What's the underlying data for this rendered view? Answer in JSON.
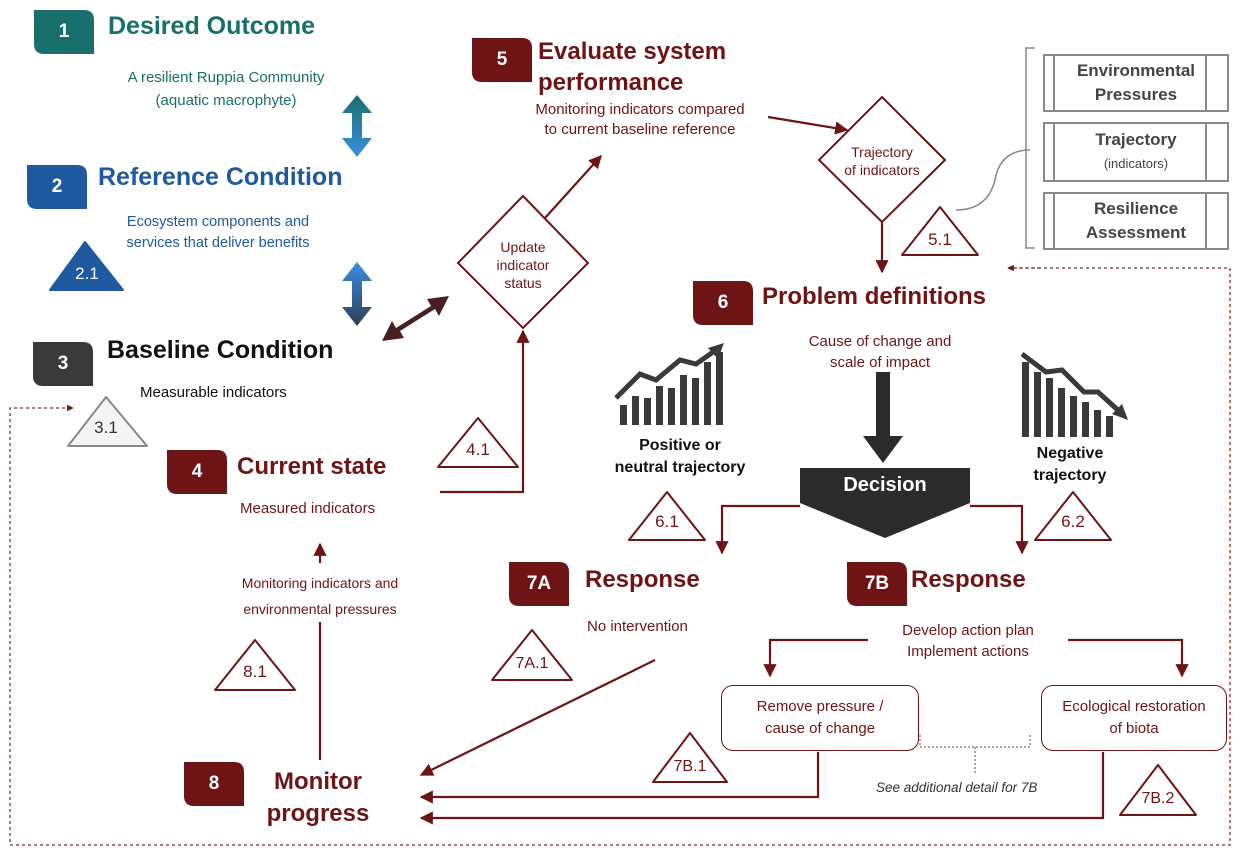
{
  "colors": {
    "teal": "#17706b",
    "blue": "#1f5aa0",
    "maroon": "#6e1414",
    "dark": "#333333",
    "grey": "#8a8a8a"
  },
  "steps": {
    "s1": {
      "num": "1",
      "title": "Desired Outcome",
      "desc": [
        "A resilient Ruppia Community",
        "(aquatic macrophyte)"
      ]
    },
    "s2": {
      "num": "2",
      "title": "Reference Condition",
      "desc": [
        "Ecosystem components and",
        "services that deliver benefits"
      ],
      "sub": "2.1"
    },
    "s3": {
      "num": "3",
      "title": "Baseline Condition",
      "desc": "Measurable indicators",
      "sub": "3.1"
    },
    "s4": {
      "num": "4",
      "title": "Current state",
      "desc": "Measured indicators",
      "sub": "4.1"
    },
    "s5": {
      "num": "5",
      "title": [
        "Evaluate system",
        "performance"
      ],
      "desc": [
        "Monitoring indicators compared",
        "to current baseline reference"
      ],
      "sub": "5.1"
    },
    "s6": {
      "num": "6",
      "title": "Problem definitions",
      "desc": [
        "Cause of change and",
        "scale of impact"
      ]
    },
    "s7a": {
      "num": "7A",
      "title": "Response",
      "desc": "No intervention",
      "sub": "7A.1"
    },
    "s7b": {
      "num": "7B",
      "title": "Response",
      "desc": [
        "Develop action plan",
        "Implement actions"
      ]
    },
    "s8": {
      "num": "8",
      "title": [
        "Monitor",
        "progress"
      ],
      "sub": "8.1"
    }
  },
  "diamonds": {
    "update": [
      "Update",
      "indicator",
      "status"
    ],
    "trajectory": [
      "Trajectory",
      "of indicators"
    ]
  },
  "assessment_boxes": [
    {
      "title": [
        "Environmental",
        "Pressures"
      ],
      "sub": ""
    },
    {
      "title": [
        "Trajectory"
      ],
      "sub": "(indicators)"
    },
    {
      "title": [
        "Resilience",
        "Assessment"
      ],
      "sub": ""
    }
  ],
  "decision": "Decision",
  "trajectories": {
    "positive": {
      "label": [
        "Positive or",
        "neutral trajectory"
      ],
      "sub": "6.1"
    },
    "negative": {
      "label": [
        "Negative",
        "trajectory"
      ],
      "sub": "6.2"
    }
  },
  "monitoring_label": [
    "Monitoring indicators and",
    "environmental pressures"
  ],
  "actions": {
    "remove": {
      "label": [
        "Remove pressure /",
        "cause of change"
      ],
      "sub": "7B.1"
    },
    "restore": {
      "label": [
        "Ecological restoration",
        "of biota"
      ],
      "sub": "7B.2"
    },
    "note": "See additional detail for 7B"
  }
}
